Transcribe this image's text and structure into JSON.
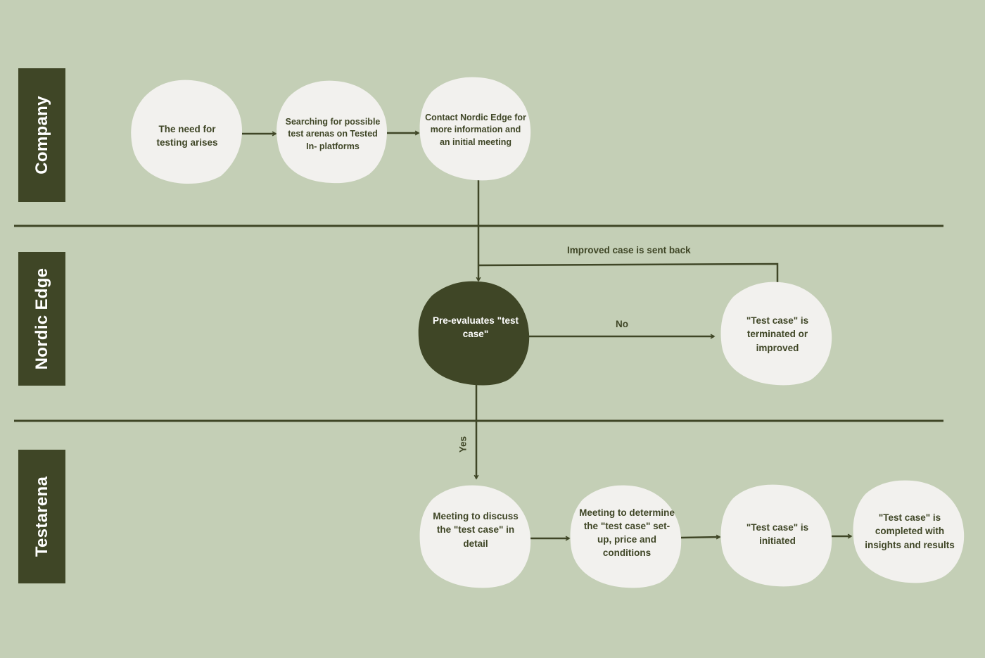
{
  "lanes": {
    "company": "Company",
    "nordic_edge": "Nordic Edge",
    "testarena": "Testarena"
  },
  "nodes": {
    "need": "The need for testing arises",
    "searching": "Searching for possible test arenas on Tested In- platforms",
    "contact": "Contact Nordic Edge for more information and an initial meeting",
    "preevaluate": "Pre-evaluates \"test case\"",
    "terminated": "\"Test case\" is terminated or improved",
    "meeting_discuss": "Meeting to discuss the \"test case\" in detail",
    "meeting_determine": "Meeting to determine the \"test case\" set-up, price and conditions",
    "initiated": "\"Test case\" is initiated",
    "completed": "\"Test case\" is completed with insights and results"
  },
  "edges": {
    "improved_back": "Improved case is sent back",
    "no": "No",
    "yes": "Yes"
  },
  "colors": {
    "background": "#c4cfb6",
    "dark": "#3f4626",
    "node_fill": "#f2f1ee"
  }
}
